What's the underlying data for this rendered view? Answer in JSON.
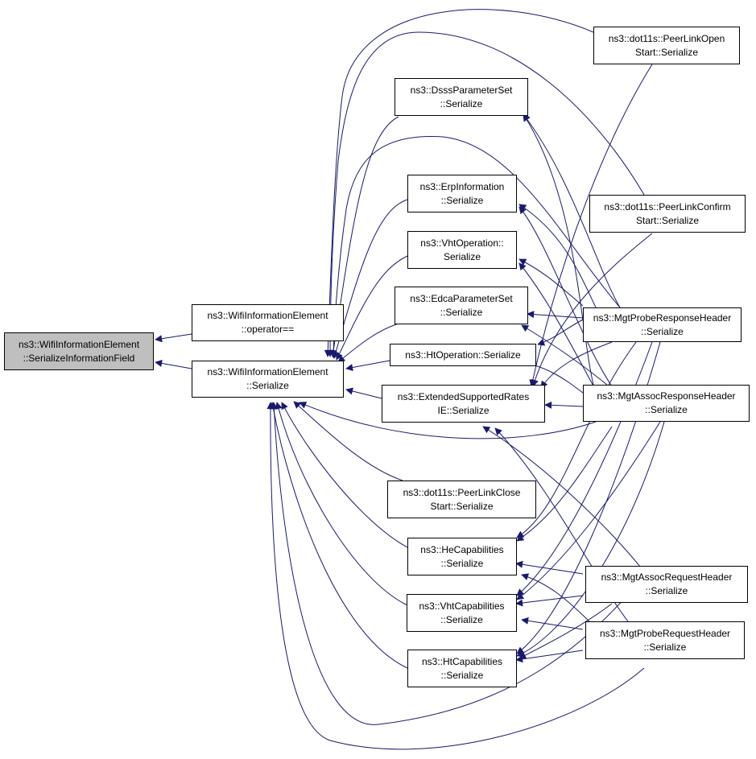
{
  "graph": {
    "nodes": {
      "root": {
        "line1": "ns3::WifiInformationElement",
        "line2": "::SerializeInformationField"
      },
      "op_eq": {
        "line1": "ns3::WifiInformationElement",
        "line2": "::operator=="
      },
      "serialize": {
        "line1": "ns3::WifiInformationElement",
        "line2": "::Serialize"
      },
      "plo": {
        "line1": "ns3::dot11s::PeerLinkOpen",
        "line2": "Start::Serialize"
      },
      "dsss": {
        "line1": "ns3::DsssParameterSet",
        "line2": "::Serialize"
      },
      "erp": {
        "line1": "ns3::ErpInformation",
        "line2": "::Serialize"
      },
      "plcf": {
        "line1": "ns3::dot11s::PeerLinkConfirm",
        "line2": "Start::Serialize"
      },
      "vhtop": {
        "line1": "ns3::VhtOperation::",
        "line2": "Serialize"
      },
      "edca": {
        "line1": "ns3::EdcaParameterSet",
        "line2": "::Serialize"
      },
      "probe_resp": {
        "line1": "ns3::MgtProbeResponseHeader",
        "line2": "::Serialize"
      },
      "htop": {
        "line1": "ns3::HtOperation::Serialize",
        "line2": ""
      },
      "esr": {
        "line1": "ns3::ExtendedSupportedRates",
        "line2": "IE::Serialize"
      },
      "assoc_resp": {
        "line1": "ns3::MgtAssocResponseHeader",
        "line2": "::Serialize"
      },
      "plcl": {
        "line1": "ns3::dot11s::PeerLinkClose",
        "line2": "Start::Serialize"
      },
      "hecap": {
        "line1": "ns3::HeCapabilities",
        "line2": "::Serialize"
      },
      "assoc_req": {
        "line1": "ns3::MgtAssocRequestHeader",
        "line2": "::Serialize"
      },
      "vhtcap": {
        "line1": "ns3::VhtCapabilities",
        "line2": "::Serialize"
      },
      "probe_req": {
        "line1": "ns3::MgtProbeRequestHeader",
        "line2": "::Serialize"
      },
      "htcap": {
        "line1": "ns3::HtCapabilities",
        "line2": "::Serialize"
      }
    },
    "edge_color": "#191970",
    "root_fill": "#bfbfbf"
  }
}
